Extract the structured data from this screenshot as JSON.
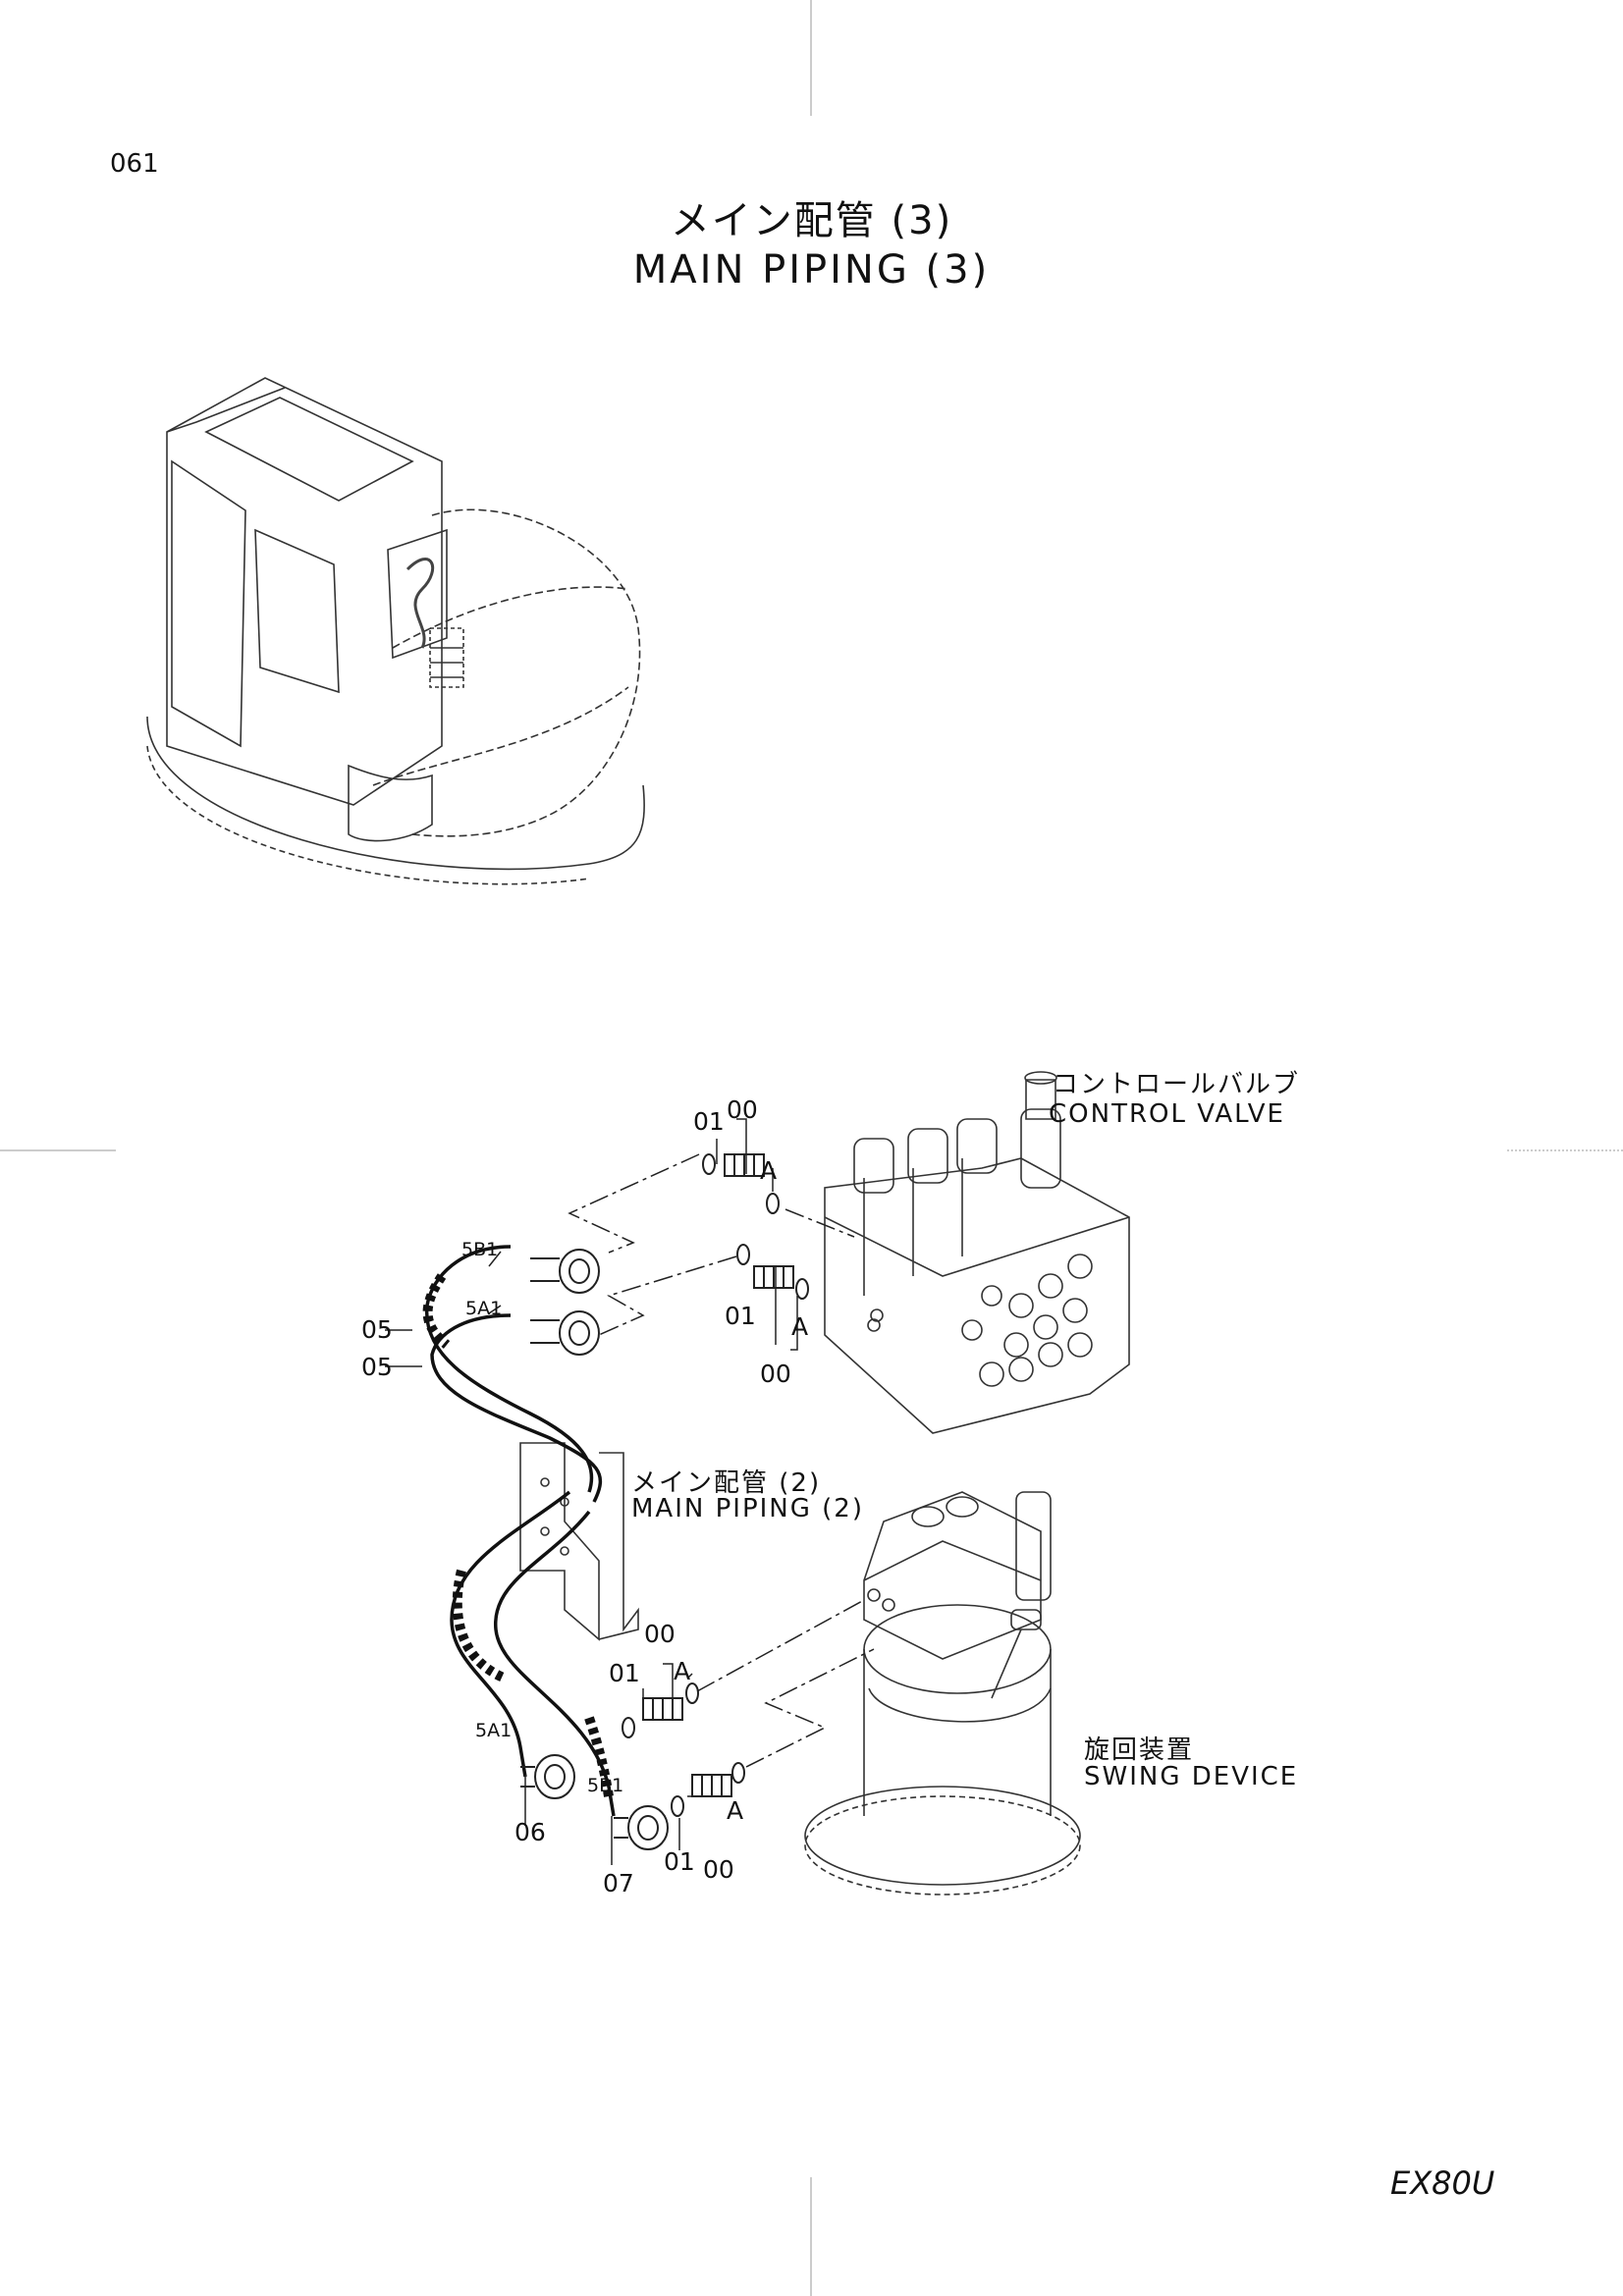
{
  "page": {
    "number": "061",
    "title_jp": "メイン配管 (3)",
    "title_en": "MAIN  PIPING  (3)",
    "model": "EX80U"
  },
  "components": {
    "control_valve": {
      "jp": "コントロールバルブ",
      "en": "CONTROL  VALVE"
    },
    "main_piping_2": {
      "jp": "メイン配管 (2)",
      "en": "MAIN  PIPING  (2)"
    },
    "swing_device": {
      "jp": "旋回装置",
      "en": "SWING  DEVICE"
    }
  },
  "part_labels": {
    "p01_top": "01",
    "p00_top": "00",
    "pA_top": "A",
    "p01_mid": "01",
    "pA_mid": "A",
    "p00_mid": "00",
    "p5B1_top": "5B1",
    "p5A1_top": "5A1",
    "p05_a": "05",
    "p05_b": "05",
    "p00_low": "00",
    "p01_low": "01",
    "pA_low": "A",
    "p5A1_low": "5A1",
    "p5B1_low": "5B1",
    "pA_bot": "A",
    "p01_bot": "01",
    "p00_bot": "00",
    "p06": "06",
    "p07": "07"
  }
}
